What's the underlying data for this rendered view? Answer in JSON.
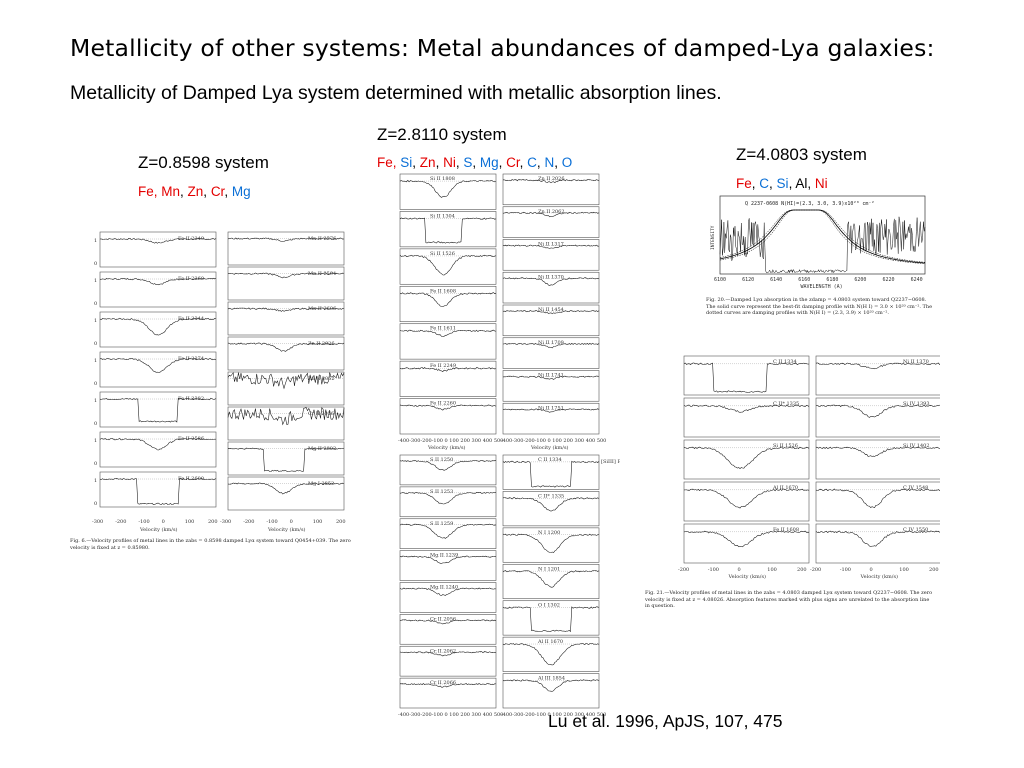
{
  "slide": {
    "title": "Metallicity of other systems: Metal abundances of damped-Lya galaxies:",
    "subtitle": "Metallicity of Damped Lya system determined with metallic absorption lines."
  },
  "systems": [
    {
      "label": "Z=0.8598 system",
      "elements": [
        {
          "text": "Fe, Mn",
          "color": "red"
        },
        {
          "text": ", ",
          "color": "black"
        },
        {
          "text": "Zn",
          "color": "red"
        },
        {
          "text": ", ",
          "color": "black"
        },
        {
          "text": "Cr",
          "color": "red"
        },
        {
          "text": ", ",
          "color": "black"
        },
        {
          "text": "Mg",
          "color": "blue"
        }
      ]
    },
    {
      "label": "Z=2.8110 system",
      "elements": [
        {
          "text": "Fe, ",
          "color": "red"
        },
        {
          "text": "Si",
          "color": "blue"
        },
        {
          "text": ", ",
          "color": "black"
        },
        {
          "text": "Zn",
          "color": "red"
        },
        {
          "text": ", ",
          "color": "black"
        },
        {
          "text": "Ni",
          "color": "red"
        },
        {
          "text": ", ",
          "color": "black"
        },
        {
          "text": "S",
          "color": "blue"
        },
        {
          "text": ", ",
          "color": "black"
        },
        {
          "text": "Mg",
          "color": "blue"
        },
        {
          "text": ", ",
          "color": "black"
        },
        {
          "text": "Cr",
          "color": "red"
        },
        {
          "text": ", ",
          "color": "black"
        },
        {
          "text": "C",
          "color": "blue"
        },
        {
          "text": ", ",
          "color": "black"
        },
        {
          "text": "N",
          "color": "blue"
        },
        {
          "text": ", ",
          "color": "black"
        },
        {
          "text": "O",
          "color": "blue"
        }
      ]
    },
    {
      "label": "Z=4.0803 system",
      "elements": [
        {
          "text": "Fe",
          "color": "red"
        },
        {
          "text": ", ",
          "color": "black"
        },
        {
          "text": "C",
          "color": "blue"
        },
        {
          "text": ", ",
          "color": "black"
        },
        {
          "text": "Si",
          "color": "blue"
        },
        {
          "text": ", Al, ",
          "color": "black"
        },
        {
          "text": "Ni",
          "color": "red"
        }
      ]
    }
  ],
  "colors": {
    "red": "#e30000",
    "blue": "#0a6fd6",
    "black": "#000000"
  },
  "figures": {
    "fig1": {
      "left_col": [
        "Fe II 2249",
        "Fe II 2260",
        "Fe II 2344",
        "Fe II 2374",
        "Fe II 2382",
        "Fe II 2586",
        "Fe II 2600"
      ],
      "right_col": [
        "Mn II 2576",
        "Mn II 2594",
        "Mn II 2606",
        "Zn II 2026",
        "Zn II 2062",
        "Cr II 2056",
        "Mg II 2803",
        "Mg I 2852"
      ],
      "xticks": [
        "-300",
        "-200",
        "-100",
        "0",
        "100",
        "200"
      ],
      "xlabel": "Velocity (km/s)",
      "caption": "Fig. 6.—Velocity profiles of metal lines in the zabs = 0.8598 damped Lyα system toward Q0454+039. The zero velocity is fixed at z = 0.85980."
    },
    "fig2": {
      "top_left": [
        "Si II 1808",
        "Si II 1304",
        "Si II 1526",
        "Fe II 1608",
        "Fe II 1611",
        "Fe II 2249",
        "Fe II 2260"
      ],
      "top_right": [
        "Zn II 2026",
        "Zn II 2062",
        "Ni II 1317",
        "Ni II 1370",
        "Ni II 1454",
        "Ni II 1709",
        "Ni II 1741",
        "Ni II 1751"
      ],
      "bottom_left": [
        "S II 1250",
        "S II 1253",
        "S II 1259",
        "Mg II 1239",
        "Mg II 1240",
        "Cr II 2056",
        "Cr II 2062",
        "Cr II 2066"
      ],
      "bottom_right": [
        "C II 1334",
        "C II* 1335",
        "N I 1200",
        "N I 1201",
        "O I 1302",
        "Al II 1670",
        "Al III 1854"
      ],
      "xticks": "-400-300-200-100 0 100 200 300 400 500",
      "xlabel": "Velocity (km/s)",
      "side_note": "[SiIII] Features"
    },
    "fig3": {
      "header": "Q 2237-0608  N(HI)=(2.3, 3.0, 3.9)x10²⁰ cm⁻²",
      "xticks": [
        "6100",
        "6120",
        "6140",
        "6160",
        "6180",
        "6200",
        "6220",
        "6240"
      ],
      "xlabel": "WAVELENGTH (A)",
      "ylabel": "INTENSITY",
      "caption": "Fig. 20.—Damped Lyα absorption in the zdamp = 4.0803 system toward Q2237−0608. The solid curve represent the best-fit damping profile with N(H I) = 3.0 × 10²⁰ cm⁻². The dotted curves are damping profiles with N(H I) = (2.3, 3.9) × 10²⁰ cm⁻²."
    },
    "fig4": {
      "left_col": [
        "C II 1334",
        "C II* 1335",
        "Si II 1526",
        "Al II 1670",
        "Fe II 1608"
      ],
      "right_col": [
        "Ni II 1370",
        "Si IV 1393",
        "Si IV 1402",
        "C IV 1548",
        "C IV 1550"
      ],
      "xticks": [
        "-200",
        "-100",
        "0",
        "100",
        "200"
      ],
      "xlabel": "Velocity (km/s)",
      "caption": "Fig. 21.—Velocity profiles of metal lines in the zabs = 4.0803 damped Lyα system toward Q2237−0608. The zero velocity is fixed at z = 4.08026. Absorption features marked with plus signs are unrelated to the absorption line in question."
    }
  },
  "citation": "Lu et al. 1996, ApJS, 107, 475"
}
